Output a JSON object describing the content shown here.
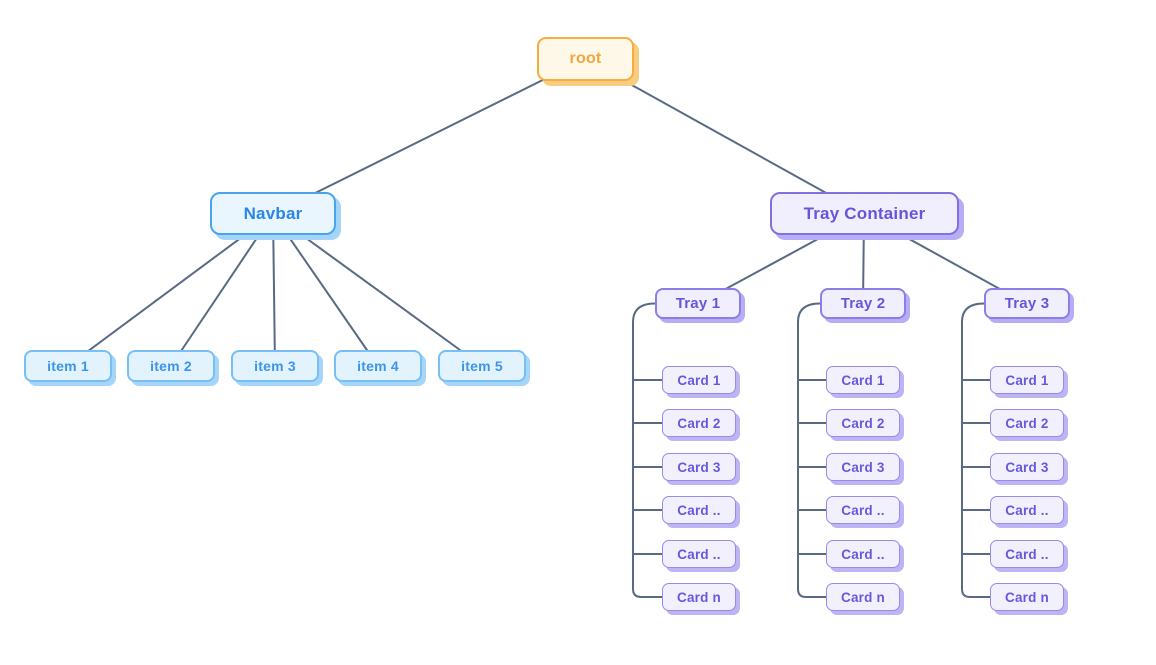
{
  "tree": {
    "root": {
      "label": "root"
    },
    "navbar": {
      "label": "Navbar",
      "items": [
        {
          "label": "item 1"
        },
        {
          "label": "item 2"
        },
        {
          "label": "item 3"
        },
        {
          "label": "item 4"
        },
        {
          "label": "item 5"
        }
      ]
    },
    "tray_container": {
      "label": "Tray Container",
      "trays": [
        {
          "label": "Tray 1",
          "cards": [
            {
              "label": "Card 1"
            },
            {
              "label": "Card 2"
            },
            {
              "label": "Card 3"
            },
            {
              "label": "Card .."
            },
            {
              "label": "Card .."
            },
            {
              "label": "Card n"
            }
          ]
        },
        {
          "label": "Tray 2",
          "cards": [
            {
              "label": "Card 1"
            },
            {
              "label": "Card 2"
            },
            {
              "label": "Card 3"
            },
            {
              "label": "Card .."
            },
            {
              "label": "Card .."
            },
            {
              "label": "Card n"
            }
          ]
        },
        {
          "label": "Tray 3",
          "cards": [
            {
              "label": "Card 1"
            },
            {
              "label": "Card 2"
            },
            {
              "label": "Card 3"
            },
            {
              "label": "Card .."
            },
            {
              "label": "Card .."
            },
            {
              "label": "Card n"
            }
          ]
        }
      ]
    }
  },
  "colors": {
    "connector_line": "#586a84",
    "root_bg": "#fdf8e8",
    "root_border": "#f6ac3f",
    "root_text": "#f2a63d",
    "root_shadow": "#f9cd81",
    "navbar_bg": "#e9f6fe",
    "navbar_border": "#4ba3ee",
    "navbar_text": "#2a86ea",
    "navbar_shadow": "#a3d5f8",
    "item_bg": "#e2f3fd",
    "item_border": "#77bff4",
    "item_text": "#3d95e9",
    "item_shadow": "#a5d5f8",
    "purple_bg": "#f1effd",
    "purple_border": "#7f71e2",
    "purple_text": "#6656dd",
    "purple_shadow": "#b6adf4"
  }
}
